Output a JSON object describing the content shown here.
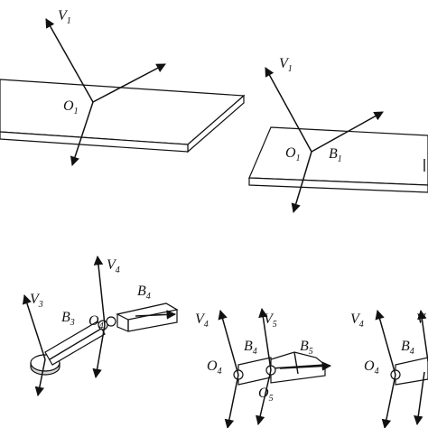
{
  "panels": [
    {
      "id": "plate-1",
      "labels": {
        "v": "V",
        "v_sub": "1",
        "o": "O",
        "o_sub": "1"
      }
    },
    {
      "id": "plate-2",
      "labels": {
        "v": "V",
        "v_sub": "1",
        "o": "O",
        "o_sub": "1",
        "b": "B",
        "b_sub": "1"
      }
    },
    {
      "id": "arm-3-4",
      "labels": {
        "v3": "V",
        "v3_sub": "3",
        "b3": "B",
        "b3_sub": "3",
        "v4": "V",
        "v4_sub": "4",
        "b4": "B",
        "b4_sub": "4",
        "o": "O",
        "o_sub": "4"
      }
    },
    {
      "id": "arm-4-5",
      "labels": {
        "v4": "V",
        "v4_sub": "4",
        "v5": "V",
        "v5_sub": "5",
        "b4": "B",
        "b4_sub": "4",
        "b5": "B",
        "b5_sub": "5",
        "o4": "O",
        "o4_sub": "4",
        "o5": "O",
        "o5_sub": "5"
      }
    },
    {
      "id": "arm-partial",
      "labels": {
        "v4": "V",
        "v4_sub": "4",
        "v5": "V",
        "b4": "B",
        "b4_sub": "4",
        "o4": "O",
        "o4_sub": "4"
      }
    }
  ]
}
